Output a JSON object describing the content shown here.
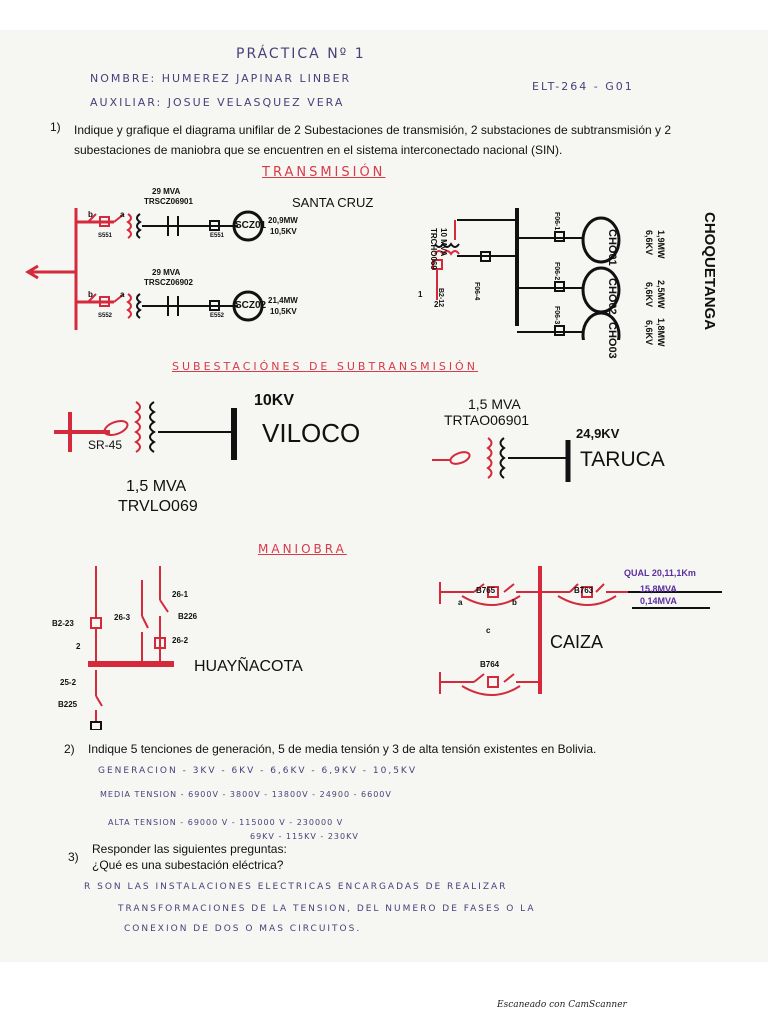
{
  "header": {
    "title": "PRÁCTICA Nº 1",
    "name_line": "NOMBRE: HUMEREZ JAPINAR LINBER",
    "aux_line": "AUXILIAR: JOSUE VELASQUEZ VERA",
    "course": "ELT-264 - G01"
  },
  "q1": {
    "number": "1)",
    "text_line1": "Indique y grafique el diagrama unifilar de 2 Subestaciones de transmisión, 2 substaciones de subtransmisión y 2",
    "text_line2": "subestaciones de maniobra que se encuentren en el sistema interconectado nacional (SIN)."
  },
  "sections": {
    "transmission": "TRANSMISIÓN",
    "subtransmission": "SUBESTACIÓNES DE SUBTRANSMISIÓN",
    "maneuver": "MANIOBRA"
  },
  "santa_cruz": {
    "name": "SANTA CRUZ",
    "t1": {
      "mva": "29 MVA",
      "code": "TRSCZ06901",
      "gen": "SCZ01",
      "mw": "20,9MW",
      "kv": "10,5KV",
      "brk_left": "S551",
      "brk_right": "E551",
      "a": "a",
      "b": "b"
    },
    "t2": {
      "mva": "29 MVA",
      "code": "TRSCZ06902",
      "gen": "SCZ02",
      "mw": "21,4MW",
      "kv": "10,5KV",
      "brk_left": "S552",
      "brk_right": "E552",
      "a": "a",
      "b": "b"
    }
  },
  "choquetanga": {
    "name": "CHOQUETANGA",
    "mva": "10 MVA",
    "code": "TRCHO069",
    "brk_main": "B2-12",
    "brk_f": "F06-4",
    "n1": "1",
    "n2": "2",
    "gens": [
      {
        "brk": "F06-1",
        "name": "CHO01",
        "mw": "1,9MW",
        "kv": "6,6KV"
      },
      {
        "brk": "F06-2",
        "name": "CHO02",
        "mw": "2,5MW",
        "kv": "6,6KV"
      },
      {
        "brk": "F06-3",
        "name": "CHO03",
        "mw": "1,8MW",
        "kv": "6,6KV"
      }
    ]
  },
  "viloco": {
    "name": "VILOCO",
    "kv": "10KV",
    "mva": "1,5 MVA",
    "code": "TRVLO069",
    "sw": "SR-45"
  },
  "taruca": {
    "name": "TARUCA",
    "kv": "24,9KV",
    "mva": "1,5 MVA",
    "code": "TRTAO06901"
  },
  "huaynacota": {
    "name": "HUAYÑACOTA",
    "labels": {
      "b223": "B2-23",
      "n2": "2",
      "s263": "26-3",
      "s261": "26-1",
      "b226": "B226",
      "s262": "26-2",
      "s252": "25-2",
      "b225": "B225"
    }
  },
  "caiza": {
    "name": "CAIZA",
    "b765": "B765",
    "b763": "B763",
    "b764": "B764",
    "line": "QUAL 20,11,1Km",
    "mva1": "15,8MVA",
    "mva2": "0,14MVA",
    "a": "a",
    "b": "b",
    "c": "c"
  },
  "q2": {
    "number": "2)",
    "text": "Indique 5 tenciones de generación, 5 de media tensión y 3 de alta tensión existentes en Bolivia.",
    "gen": "GENERACION - 3KV - 6KV - 6,6KV - 6,9KV - 10,5KV",
    "media": "MEDIA TENSION - 6900V - 3800V - 13800V - 24900 - 6600V",
    "alta1": "ALTA TENSION - 69000 V - 115000 V - 230000 V",
    "alta2": "69KV - 115KV - 230KV"
  },
  "q3": {
    "number": "3)",
    "text_line1": "Responder las siguientes preguntas:",
    "text_line2": "¿Qué es una subestación eléctrica?",
    "ans1": "R  SON LAS INSTALACIONES ELECTRICAS ENCARGADAS DE REALIZAR",
    "ans2": "TRANSFORMACIONES DE LA TENSION, DEL NUMERO DE FASES O LA",
    "ans3": "CONEXION DE DOS O MAS CIRCUITOS."
  },
  "footer": "Escaneado con CamScanner",
  "colors": {
    "paper": "#f6f6f3",
    "red": "#d42a3c",
    "ink": "#111111",
    "pen": "#4a3f7a",
    "violet": "#5b2fa0"
  }
}
